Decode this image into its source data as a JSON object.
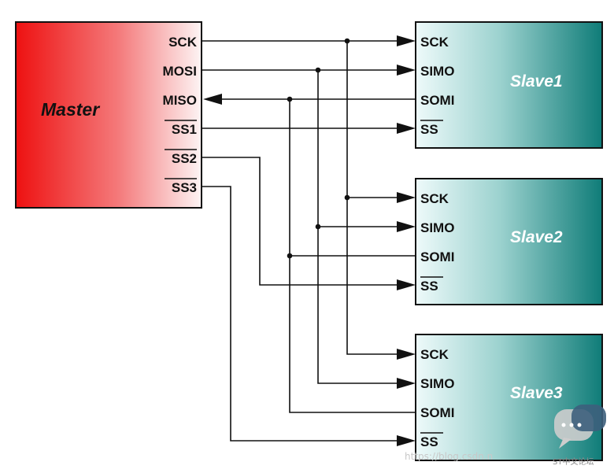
{
  "master": {
    "title": "Master",
    "pins": {
      "sck": "SCK",
      "mosi": "MOSI",
      "miso": "MISO",
      "ss1": "SS1",
      "ss2": "SS2",
      "ss3": "SS3"
    }
  },
  "slaves": [
    {
      "title": "Slave1",
      "pins": {
        "sck": "SCK",
        "simo": "SIMO",
        "somi": "SOMI",
        "ss": "SS"
      }
    },
    {
      "title": "Slave2",
      "pins": {
        "sck": "SCK",
        "simo": "SIMO",
        "somi": "SOMI",
        "ss": "SS"
      }
    },
    {
      "title": "Slave3",
      "pins": {
        "sck": "SCK",
        "simo": "SIMO",
        "somi": "SOMI",
        "ss": "SS"
      }
    }
  ],
  "watermark": {
    "url": "https://blog.csdn.n",
    "brand": "ST中文论坛"
  },
  "colors": {
    "master_left": "#ee1111",
    "master_right": "#fdf4f4",
    "slave_left": "#eefafa",
    "slave_right": "#0f7c78",
    "wire": "#111111"
  }
}
